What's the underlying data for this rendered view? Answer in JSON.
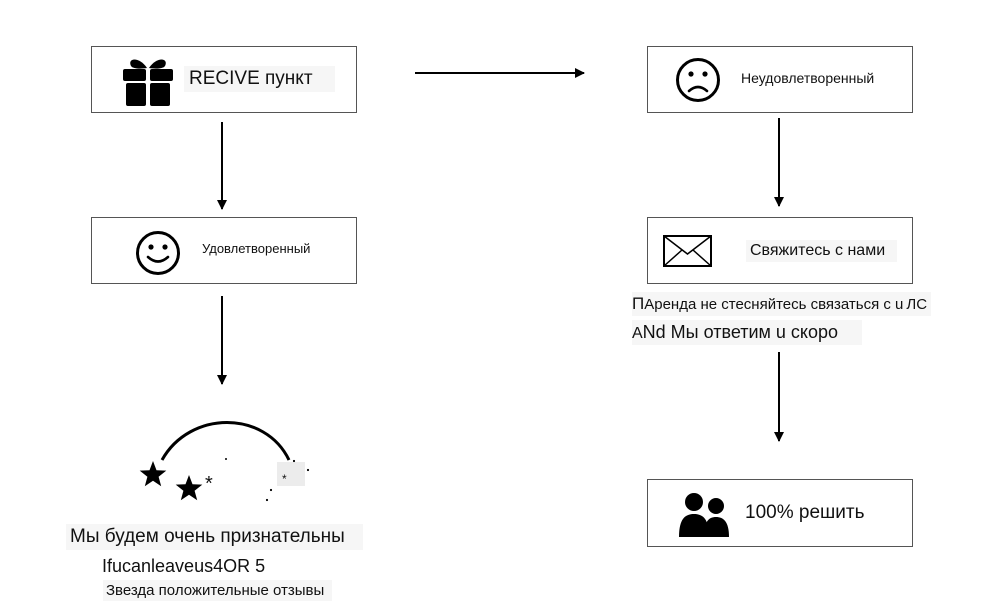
{
  "nodes": {
    "receive": {
      "label": "RECIVE пункт",
      "icon": "gift-icon"
    },
    "satisfied": {
      "label": "Удовлетворенный",
      "icon": "smile-face-icon"
    },
    "unsatisfied": {
      "label": "Неудовлетворенный",
      "icon": "sad-face-icon"
    },
    "contact": {
      "label": "Свяжитесь с нами",
      "icon": "envelope-icon"
    },
    "solve": {
      "label": "100% решить",
      "icon": "users-icon"
    }
  },
  "contact_note": {
    "line1_prefix": "П",
    "line1_main": "Аренда не стесняйтесь связаться с u",
    "line1_suffix": "ЛС",
    "line2_prefix": "A",
    "line2_main": "Nd Мы ответим u скоро"
  },
  "rating": {
    "icon": "stars-arc-icon",
    "line1": "Мы будем очень признательны",
    "line2": "Ifucanleaveus4OR 5",
    "line3": "Звезда положительные отзывы",
    "marks": [
      "*",
      "*"
    ]
  }
}
